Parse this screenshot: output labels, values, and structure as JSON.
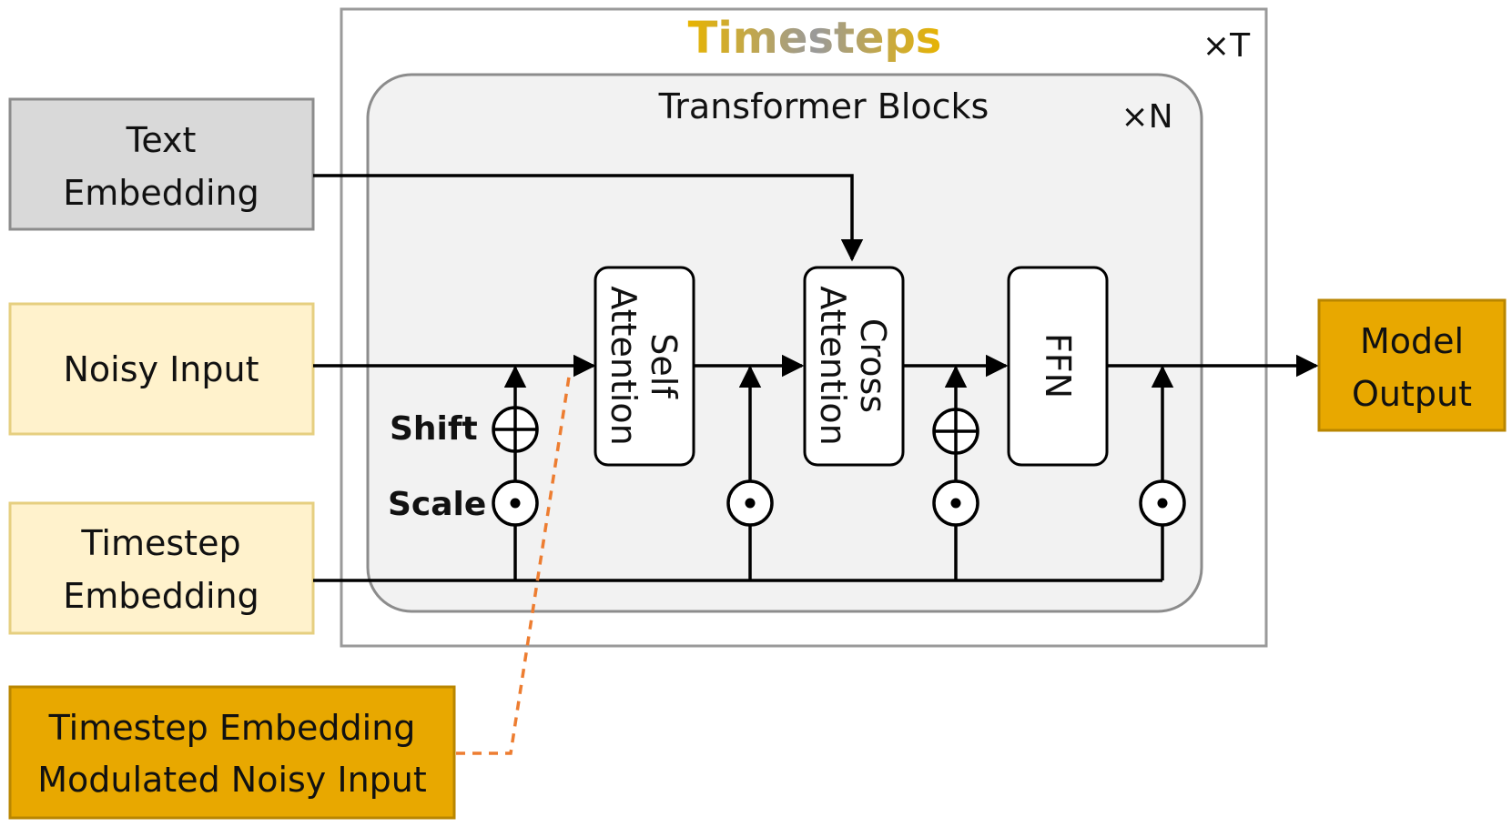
{
  "title": {
    "text": "Timesteps",
    "gradient_colors": [
      "#E8B400",
      "#9A9A9A",
      "#E8B400"
    ]
  },
  "outer_frame": {
    "repeat_label": "×T"
  },
  "transformer_blocks": {
    "label": "Transformer Blocks",
    "repeat_label": "×N"
  },
  "inputs": {
    "text_embedding": {
      "line1": "Text",
      "line2": "Embedding"
    },
    "noisy_input": {
      "text": "Noisy Input"
    },
    "timestep_embedding": {
      "line1": "Timestep",
      "line2": "Embedding"
    }
  },
  "blocks": {
    "self_attention": {
      "line1": "Self",
      "line2": "Attention"
    },
    "cross_attention": {
      "line1": "Cross",
      "line2": "Attention"
    },
    "ffn": {
      "text": "FFN"
    }
  },
  "operators": {
    "shift_label": "Shift",
    "scale_label": "Scale",
    "add_symbol": "⊕",
    "multiply_symbol": "⊙"
  },
  "output": {
    "line1": "Model",
    "line2": "Output"
  },
  "callout": {
    "line1": "Timestep Embedding",
    "line2": "Modulated Noisy Input"
  },
  "colors": {
    "gray_box_fill": "#D9D9D9",
    "gray_box_stroke": "#8C8C8C",
    "cream_fill": "#FFF2CC",
    "cream_stroke": "#E6CF80",
    "gold_fill": "#E8A800",
    "gold_stroke": "#B98600",
    "panel_fill": "#F2F2F2",
    "panel_stroke": "#8C8C8C",
    "dashed_orange": "#ED7D31",
    "line": "#000000"
  }
}
